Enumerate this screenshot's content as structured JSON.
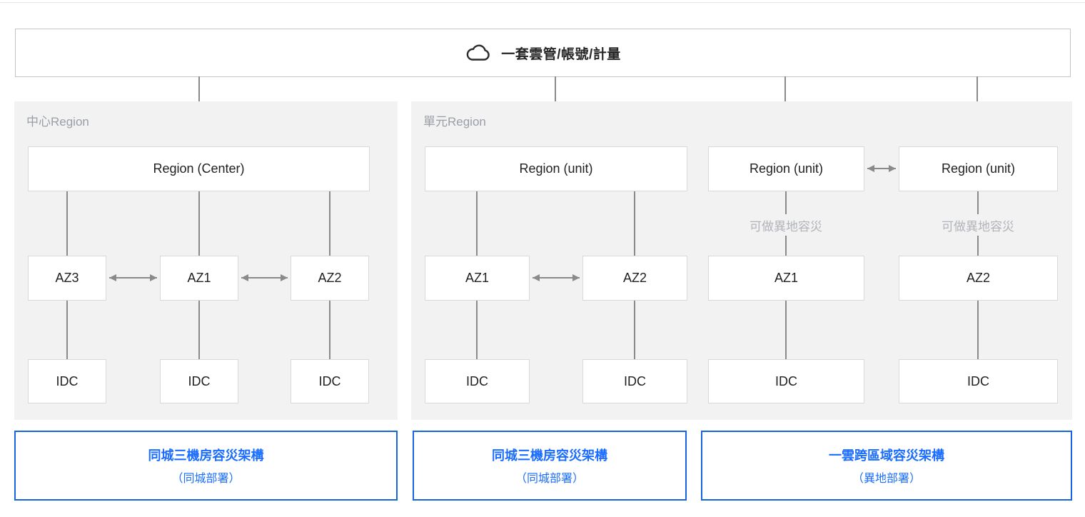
{
  "top_bar": {
    "label": "一套雲管/帳號/計量",
    "icon": "cloud-icon"
  },
  "panels": {
    "center": {
      "label": "中心Region",
      "region": "Region (Center)",
      "az": [
        "AZ3",
        "AZ1",
        "AZ2"
      ],
      "idc": [
        "IDC",
        "IDC",
        "IDC"
      ]
    },
    "unit": {
      "label": "單元Region",
      "group1": {
        "region": "Region (unit)",
        "az": [
          "AZ1",
          "AZ2"
        ],
        "idc": [
          "IDC",
          "IDC"
        ]
      },
      "group2": {
        "regions": [
          "Region (unit)",
          "Region (unit)"
        ],
        "dr_labels": [
          "可做異地容災",
          "可做異地容災"
        ],
        "az": [
          "AZ1",
          "AZ2"
        ],
        "idc": [
          "IDC",
          "IDC"
        ]
      }
    }
  },
  "footers": [
    {
      "title": "同城三機房容災架構",
      "subtitle": "（同城部署）"
    },
    {
      "title": "同城三機房容災架構",
      "subtitle": "（同城部署）"
    },
    {
      "title": "一雲跨區域容災架構",
      "subtitle": "（異地部署）"
    }
  ],
  "colors": {
    "accent_blue_text": "#1a6dff",
    "accent_blue_border": "#1565e0",
    "panel_bg": "#f2f2f3",
    "line_gray": "#8a8a8a",
    "box_border": "#d9d9d9"
  }
}
